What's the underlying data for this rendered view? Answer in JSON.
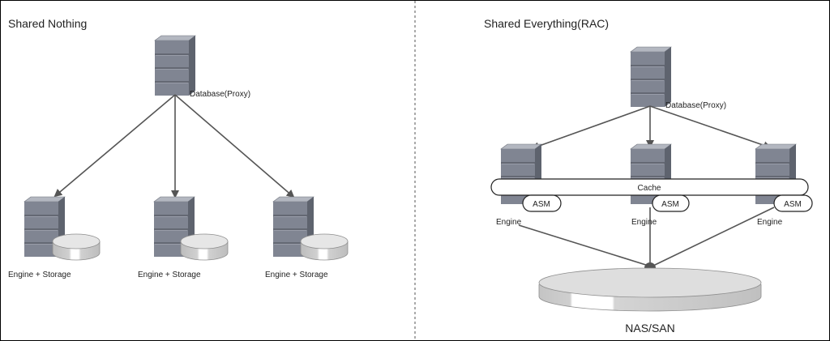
{
  "panels": {
    "left": {
      "title": "Shared Nothing"
    },
    "right": {
      "title": "Shared Everything(RAC)"
    }
  },
  "left_diagram": {
    "proxy_label": "Database(Proxy)",
    "nodes": [
      {
        "label": "Engine + Storage"
      },
      {
        "label": "Engine + Storage"
      },
      {
        "label": "Engine + Storage"
      }
    ]
  },
  "right_diagram": {
    "proxy_label": "Database(Proxy)",
    "cache_label": "Cache",
    "engines": [
      {
        "label": "Engine",
        "asm": "ASM"
      },
      {
        "label": "Engine",
        "asm": "ASM"
      },
      {
        "label": "Engine",
        "asm": "ASM"
      }
    ],
    "storage_label": "NAS/SAN"
  },
  "icons": {
    "server": "server-icon",
    "disk": "disk-icon",
    "storage": "storage-array-icon"
  },
  "colors": {
    "server_front": "#808592",
    "server_top": "#b3b7c0",
    "server_side": "#5e636e",
    "arrow": "#555555",
    "disk": "#d2d2d2",
    "border": "#000000"
  }
}
